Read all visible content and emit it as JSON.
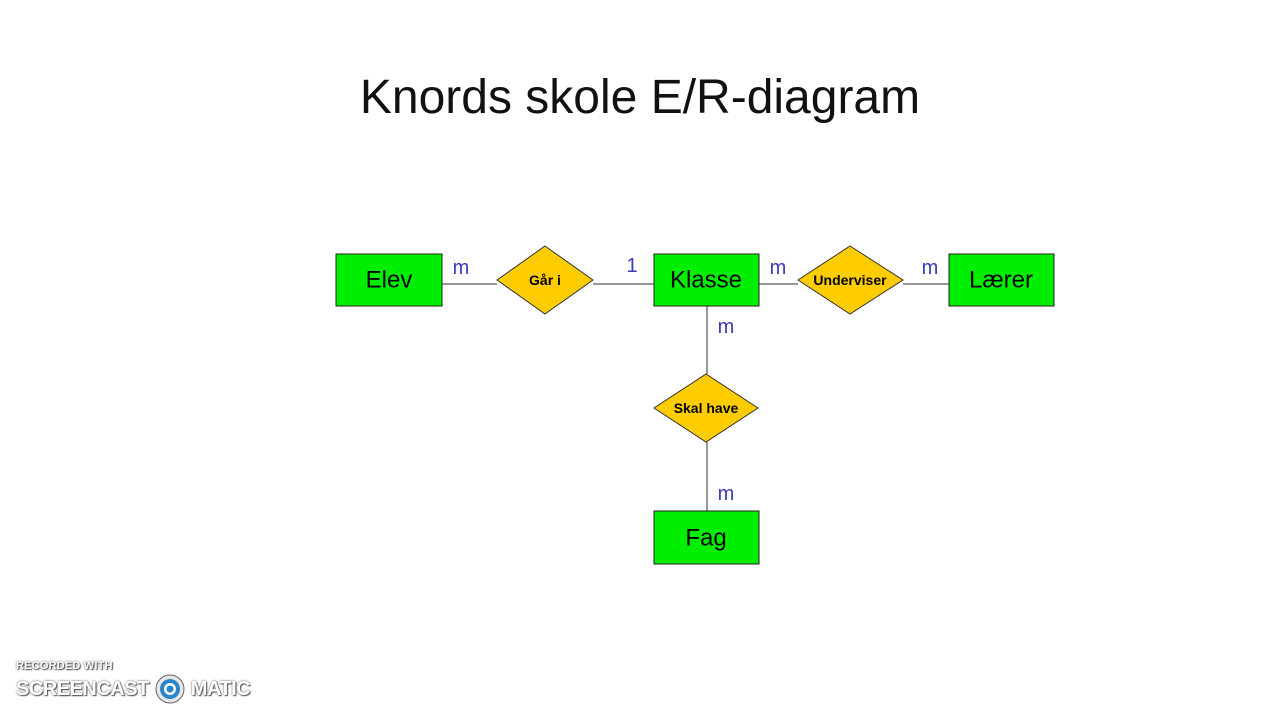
{
  "title": "Knords skole E/R-diagram",
  "entities": {
    "elev": "Elev",
    "klasse": "Klasse",
    "laerer": "Lærer",
    "fag": "Fag"
  },
  "relationships": {
    "gaar_i": "Går i",
    "underviser": "Underviser",
    "skal_have": "Skal have"
  },
  "cardinalities": {
    "elev_gaar_i": "m",
    "klasse_gaar_i": "1",
    "klasse_underviser": "m",
    "laerer_underviser": "m",
    "klasse_skal_have": "m",
    "fag_skal_have": "m"
  },
  "colors": {
    "entity_fill": "#00ee00",
    "relationship_fill": "#ffcc00",
    "cardinality_text": "#3b3bb8"
  },
  "watermark": {
    "top": "RECORDED WITH",
    "left": "SCREENCAST",
    "right": "MATIC"
  }
}
